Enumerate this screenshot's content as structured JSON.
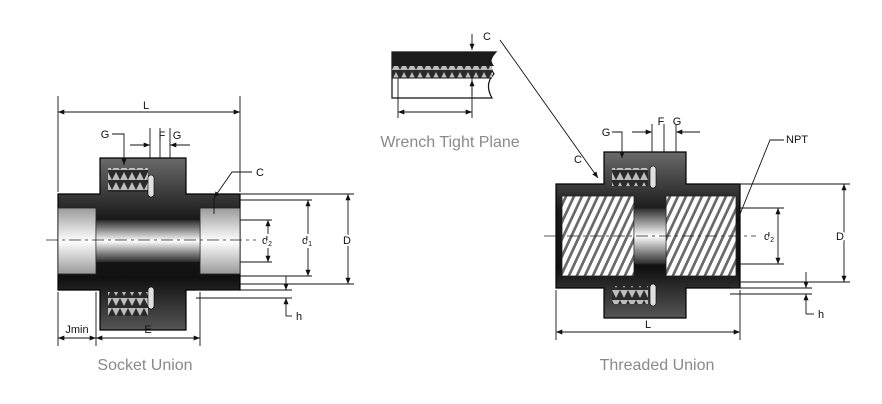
{
  "captions": {
    "socket_union": "Socket Union",
    "threaded_union": "Threaded Union",
    "wrench_tight_plane": "Wrench Tight Plane"
  },
  "socket_union": {
    "labels": {
      "L": "L",
      "G_left": "G",
      "F": "F",
      "G_right": "G",
      "C": "C",
      "d2": "d",
      "d2_sub": "2",
      "d1": "d",
      "d1_sub": "1",
      "D": "D",
      "h": "h",
      "Jmin": "Jmin",
      "E": "E"
    }
  },
  "threaded_union": {
    "labels": {
      "G_left": "G",
      "F": "F",
      "G_right": "G",
      "C": "C",
      "NPT": "NPT",
      "d2": "d",
      "d2_sub": "2",
      "D": "D",
      "h": "h",
      "L": "L"
    }
  },
  "wrench_detail": {
    "labels": {
      "C": "C"
    }
  },
  "colors": {
    "body": "#1b1b1b",
    "thread": "#3a3a3a",
    "caption": "#8a8a8a"
  }
}
